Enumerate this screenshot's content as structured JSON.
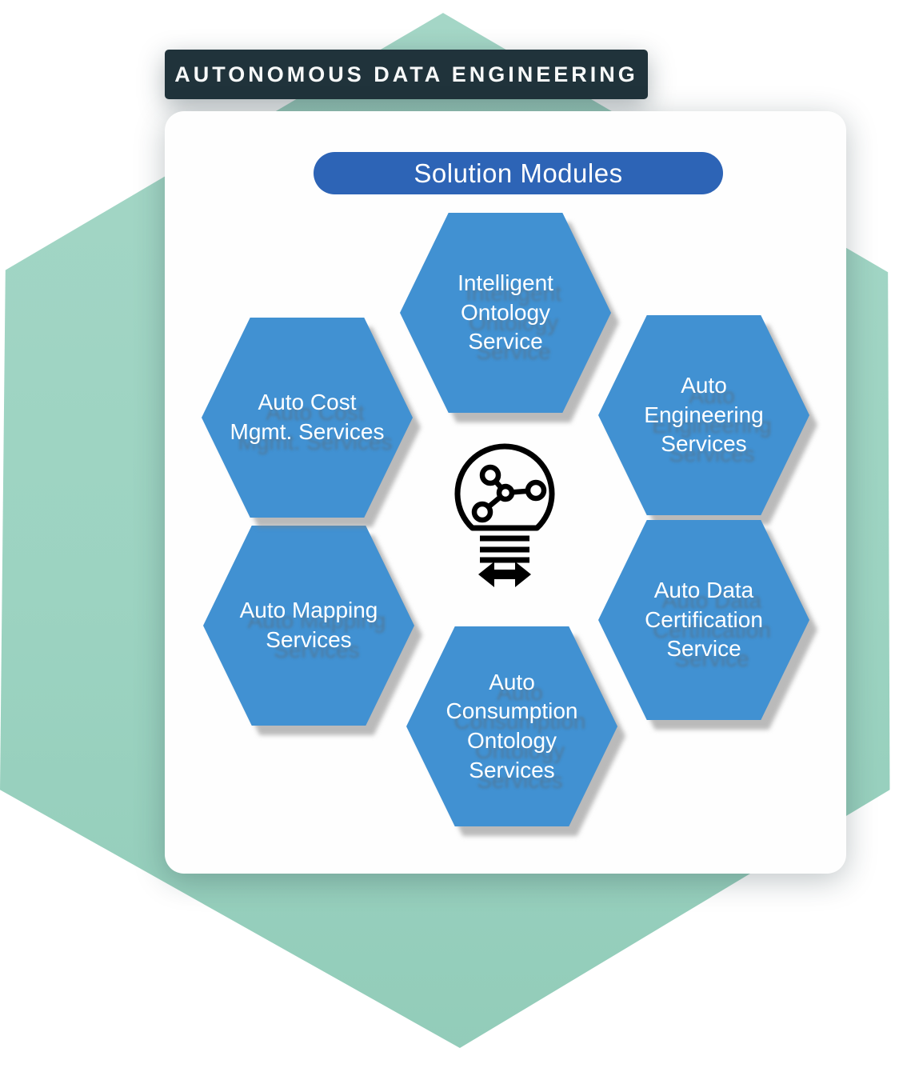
{
  "header": {
    "title": "AUTONOMOUS DATA ENGINEERING"
  },
  "card": {
    "pill_label": "Solution Modules",
    "center_icon": "lightbulb-network-icon",
    "modules": [
      {
        "id": "intelligent-ontology",
        "label": "Intelligent\nOntology\nService"
      },
      {
        "id": "auto-engineering",
        "label": "Auto\nEngineering\nServices"
      },
      {
        "id": "auto-data-certification",
        "label": "Auto Data\nCertification\nService"
      },
      {
        "id": "auto-consumption",
        "label": "Auto\nConsumption\nOntology\nServices"
      },
      {
        "id": "auto-mapping",
        "label": "Auto Mapping\nServices"
      },
      {
        "id": "auto-cost",
        "label": "Auto Cost\nMgmt. Services"
      }
    ]
  },
  "colors": {
    "background_mint": "#9cd3c1",
    "module_blue": "#4191d2",
    "pill_blue": "#2d64b6",
    "badge_dark": "#20333b",
    "text_white": "#ffffff"
  }
}
